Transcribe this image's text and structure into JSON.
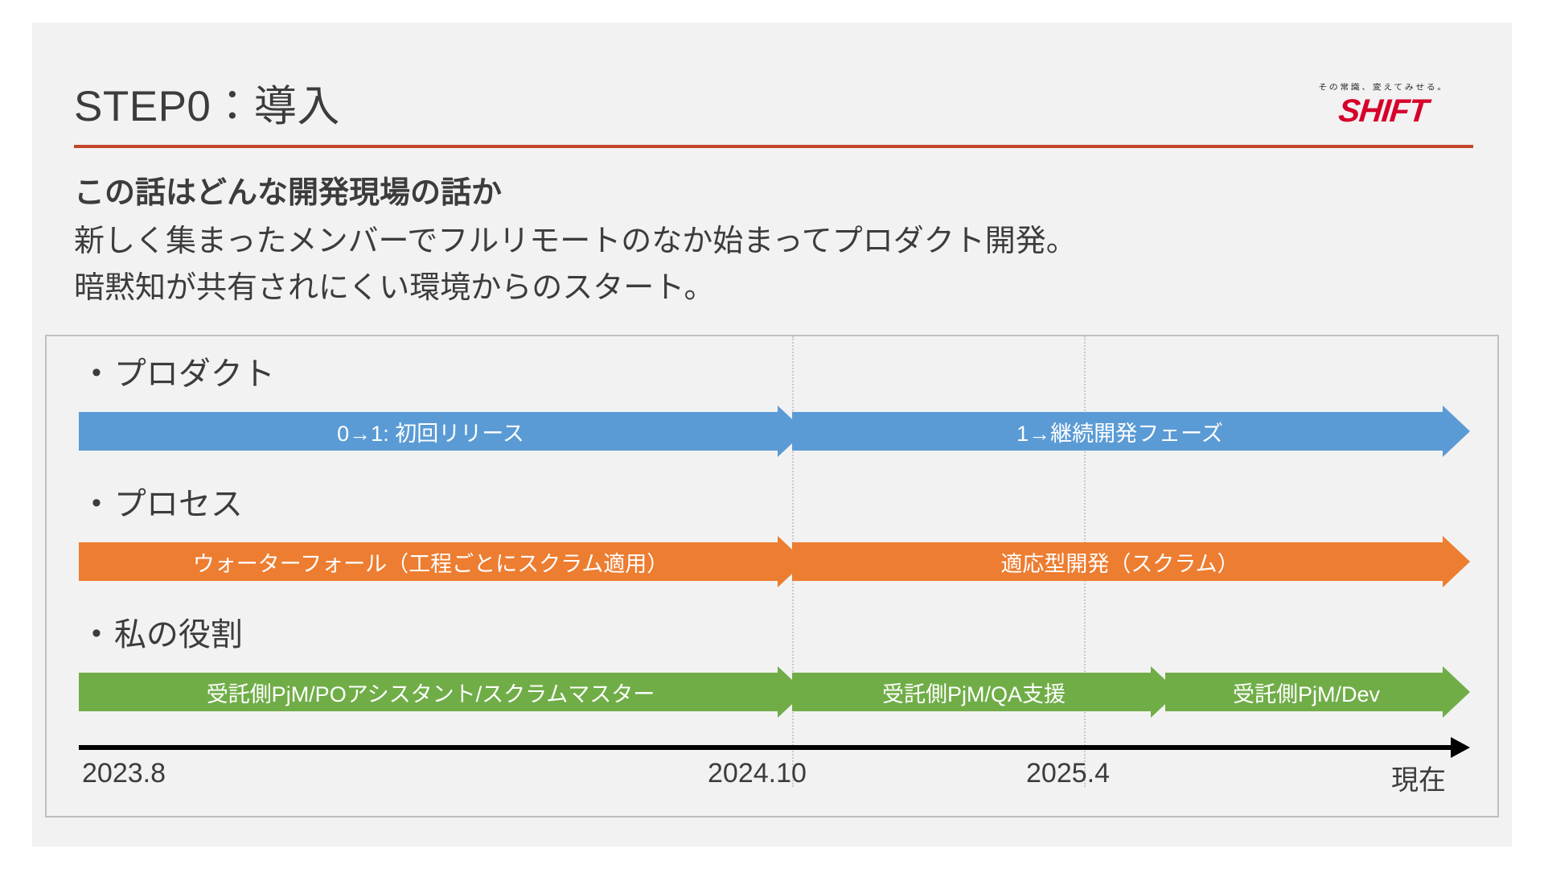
{
  "header": {
    "title": "STEP0：導入",
    "logo_tagline": "その常識、変えてみせる。",
    "logo_mark": "SHIFT",
    "rule_color": "#c1462a"
  },
  "lead": {
    "heading": "この話はどんな開発現場の話か",
    "line1": "新しく集まったメンバーでフルリモートのなか始まってプロダクト開発。",
    "line2": "暗黙知が共有されにくい環境からのスタート。"
  },
  "timeline": {
    "rows": [
      {
        "label": "プロダクト",
        "bullet": "•",
        "color": "#5b9bd5",
        "segments": [
          {
            "text": "0→1: 初回リリース"
          },
          {
            "text": "1→継続開発フェーズ"
          }
        ]
      },
      {
        "label": "プロセス",
        "bullet": "•",
        "color": "#ed7d31",
        "segments": [
          {
            "text": "ウォーターフォール（工程ごとにスクラム適用）"
          },
          {
            "text": "適応型開発（スクラム）"
          }
        ]
      },
      {
        "label": "私の役割",
        "bullet": "•",
        "color": "#70ad47",
        "segments": [
          {
            "text": "受託側PjM/POアシスタント/スクラムマスター"
          },
          {
            "text": "受託側PjM/QA支援"
          },
          {
            "text": "受託側PjM/Dev"
          }
        ]
      }
    ],
    "axis_labels": [
      "2023.8",
      "2024.10",
      "2025.4",
      "現在"
    ]
  }
}
